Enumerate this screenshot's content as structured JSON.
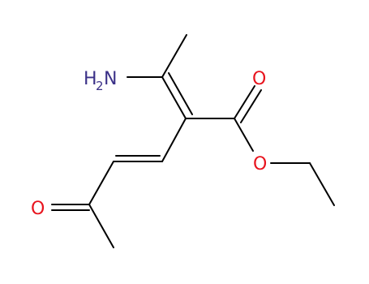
{
  "molecule": {
    "atoms": [
      {
        "id": "n1",
        "symbol": "N",
        "label_main": "H",
        "label_sub": "2",
        "label_tail": "N",
        "color": "#3b3188"
      },
      {
        "id": "o1",
        "symbol": "O",
        "label": "O",
        "color": "#e8141e"
      },
      {
        "id": "o2",
        "symbol": "O",
        "label": "O",
        "color": "#e8141e"
      },
      {
        "id": "o3",
        "symbol": "O",
        "label": "O",
        "color": "#e8141e"
      }
    ],
    "colors": {
      "bond": "#000000",
      "nitrogen": "#3b3188",
      "oxygen": "#e8141e",
      "background": "#ffffff"
    }
  }
}
